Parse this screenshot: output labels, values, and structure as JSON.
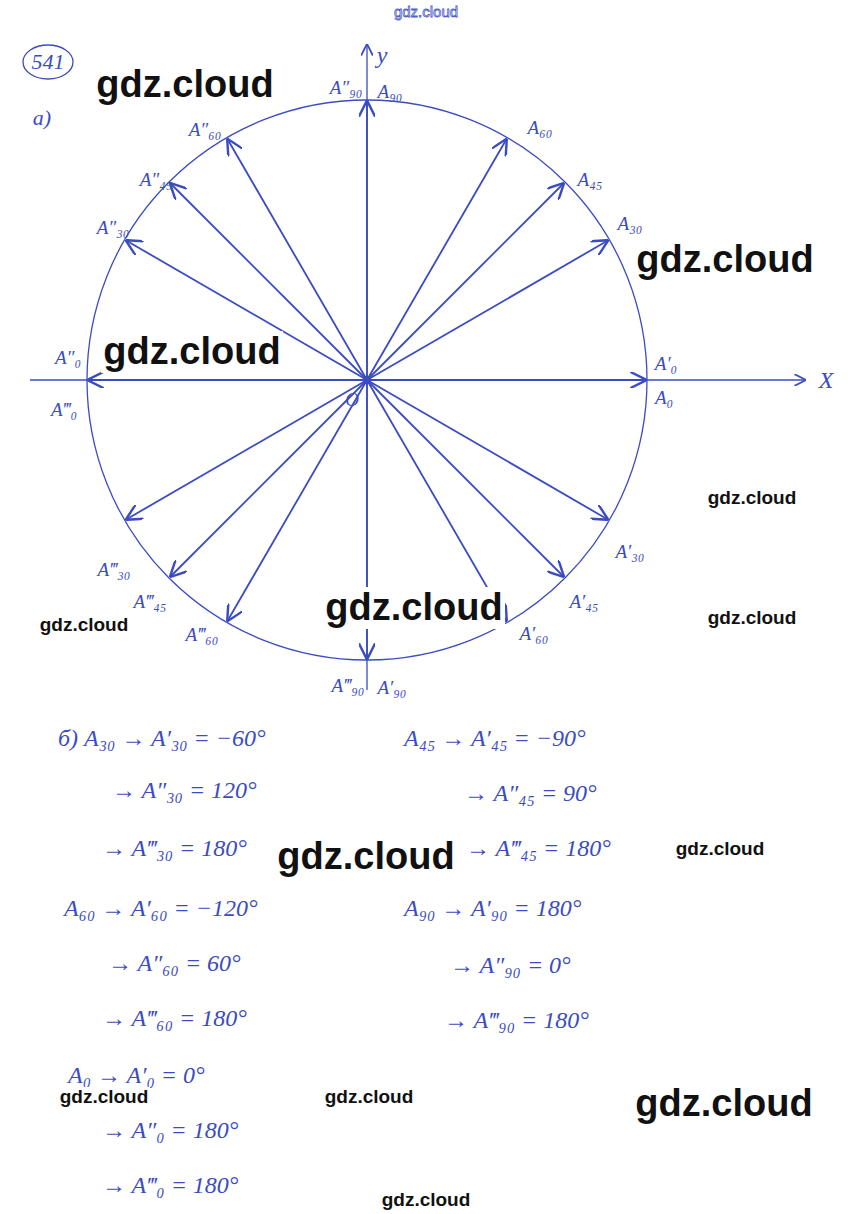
{
  "diagram": {
    "labels": [
      "gdz.cloud",
      "541",
      "a)",
      "gdz.cloud",
      "y",
      "A″₉₀",
      "A₉₀",
      "A₆₀",
      "A″₆₀",
      "A″₄₅",
      "A₄₅",
      "A″₃₀",
      "A₃₀",
      "gdz.cloud",
      "gdz.cloud",
      "A″₀",
      "A‴₀",
      "A′₀",
      "A₀",
      "X",
      "O",
      "gdz.cloud",
      "A′₃₀",
      "A‴₃₀",
      "A‴₄₅",
      "A′₄₅",
      "gdz.cloud",
      "gdz.cloud",
      "gdz.cloud",
      "A‴₆₀",
      "A′₆₀",
      "A‴₉₀",
      "A′₉₀",
      "б) A₃₀ → A′₃₀ = −60°",
      "→ A″₃₀ = 120°",
      "→ A‴₃₀ = 180°",
      "A₆₀ → A′₆₀ = −120°",
      "→ A″₆₀ = 60°",
      "→ A‴₆₀ = 180°",
      "A₀ → A′₀ = 0°",
      "→ A″₀ = 180°",
      "→ A‴₀ = 180°",
      "A₄₅ → A′₄₅ = −90°",
      "→ A″₄₅ = 90°",
      "→ A‴₄₅ = 180°",
      "A₉₀ → A′₉₀ = 180°",
      "→ A″₉₀ = 0°",
      "→ A‴₉₀ = 180°",
      "gdz.cloud",
      "gdz.cloud",
      "gdz.cloud",
      "gdz.cloud",
      "gdz.cloud",
      "gdz.cloud"
    ]
  }
}
